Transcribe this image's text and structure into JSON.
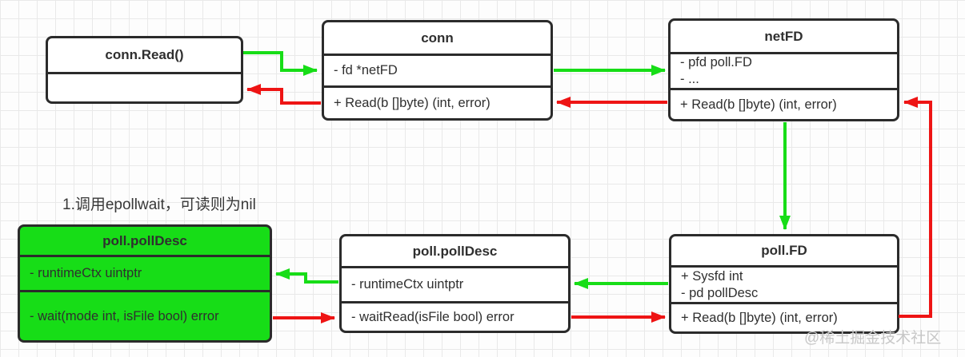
{
  "colors": {
    "arrow_green": "#17dd17",
    "arrow_red": "#ee1414",
    "box_border": "#2b2b2b",
    "green_fill": "#17dd17",
    "text": "#2f2f2f",
    "watermark": "#c7c7c7",
    "grid_line": "#e9e9e9",
    "background": "#fdfdfd"
  },
  "annotation": {
    "text": "1.调用epollwait，可读则为nil"
  },
  "watermark": {
    "text": "@稀土掘金技术社区"
  },
  "boxes": {
    "conn_read": {
      "title": "conn.Read()",
      "sections": [
        [
          ""
        ]
      ]
    },
    "conn": {
      "title": "conn",
      "sections": [
        [
          "- fd *netFD"
        ],
        [
          "+ Read(b []byte) (int, error)"
        ]
      ]
    },
    "netfd": {
      "title": "netFD",
      "sections": [
        [
          "- pfd poll.FD",
          "- ..."
        ],
        [
          "+ Read(b []byte) (int, error)"
        ]
      ]
    },
    "polldesc_green": {
      "title": "poll.pollDesc",
      "sections": [
        [
          "- runtimeCtx uintptr"
        ],
        [
          "- wait(mode int, isFile bool) error"
        ]
      ]
    },
    "polldesc": {
      "title": "poll.pollDesc",
      "sections": [
        [
          "- runtimeCtx uintptr"
        ],
        [
          "- waitRead(isFile bool) error"
        ]
      ]
    },
    "pollfd": {
      "title": "poll.FD",
      "sections": [
        [
          "+ Sysfd int",
          "- pd pollDesc"
        ],
        [
          "+ Read(b []byte) (int, error)"
        ]
      ]
    }
  },
  "edges": [
    {
      "from": "conn.Read()",
      "to": "conn",
      "type": "call",
      "color": "green"
    },
    {
      "from": "conn",
      "to": "conn.Read()",
      "type": "return",
      "color": "red"
    },
    {
      "from": "conn",
      "to": "netFD",
      "type": "call",
      "color": "green"
    },
    {
      "from": "netFD",
      "to": "conn",
      "type": "return",
      "color": "red"
    },
    {
      "from": "netFD",
      "to": "poll.FD",
      "type": "call",
      "color": "green"
    },
    {
      "from": "poll.FD",
      "to": "poll.pollDesc",
      "type": "call",
      "color": "green"
    },
    {
      "from": "poll.pollDesc",
      "to": "poll.pollDesc(wait)",
      "type": "call",
      "color": "green"
    },
    {
      "from": "poll.pollDesc(wait)",
      "to": "poll.pollDesc",
      "type": "return",
      "color": "red"
    },
    {
      "from": "poll.pollDesc",
      "to": "poll.FD",
      "type": "return",
      "color": "red"
    },
    {
      "from": "poll.FD",
      "to": "netFD",
      "type": "return",
      "color": "red"
    }
  ]
}
